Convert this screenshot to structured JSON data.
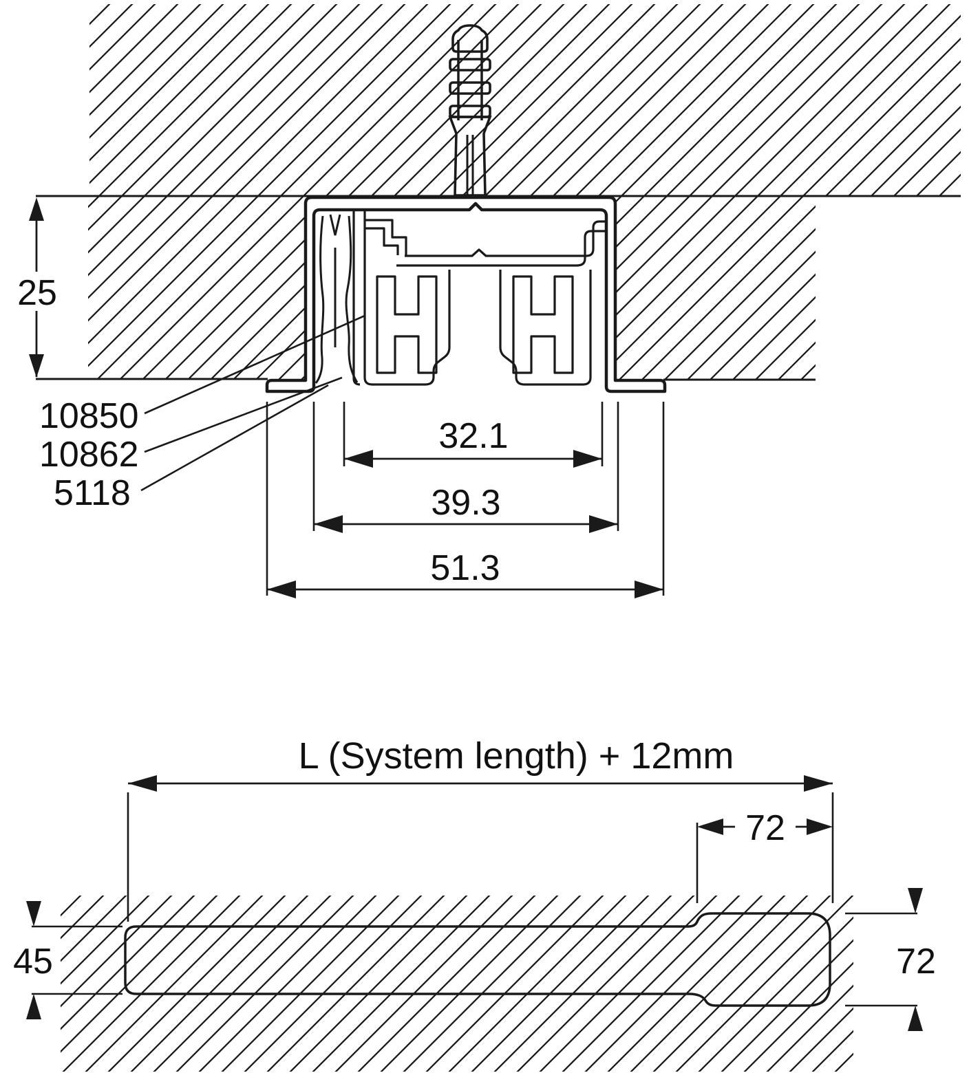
{
  "drawing": {
    "background_color": "#ffffff",
    "line_color": "#1a1a1a",
    "top_section": {
      "recess_depth_label": "25",
      "part_labels": [
        "10850",
        "10862",
        "5118"
      ],
      "width_dimensions": [
        "32.1",
        "39.3",
        "51.3"
      ]
    },
    "bottom_section": {
      "length_label": "L (System length) + 12mm",
      "end_recess_width_label": "72",
      "slot_width_label": "45",
      "end_recess_height_label": "72"
    }
  }
}
